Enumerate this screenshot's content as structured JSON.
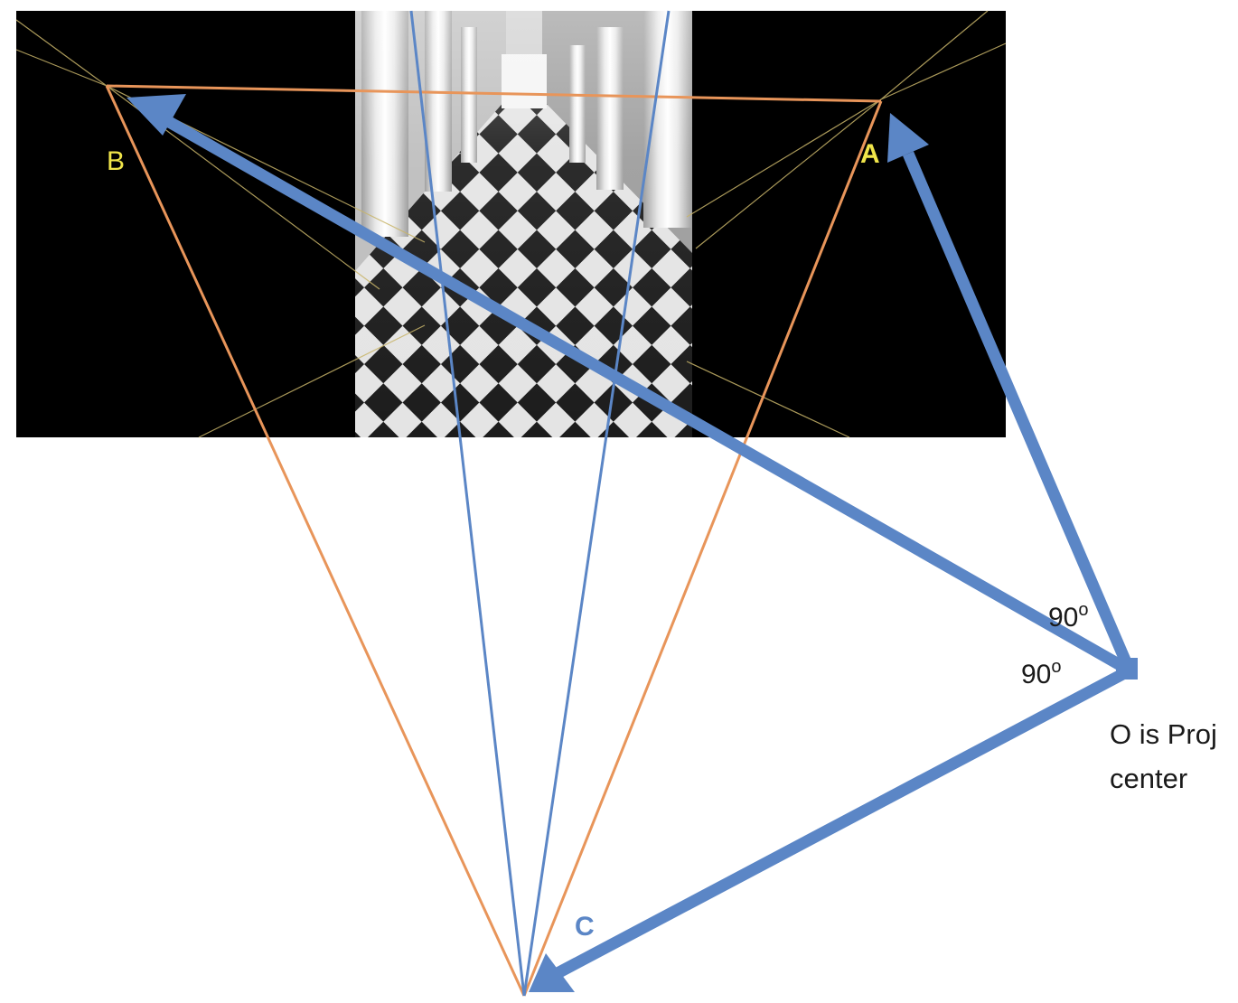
{
  "labels": {
    "point_a": "A",
    "point_b": "B",
    "point_c": "C",
    "angle_1": "90",
    "angle_1_degree": "o",
    "angle_2": "90",
    "angle_2_degree": "o",
    "projection_center_line1": "O is Proj",
    "projection_center_line2": "center"
  },
  "colors": {
    "background": "#ffffff",
    "photo_background": "#000000",
    "orange_lines": "#e8955a",
    "blue_arrows": "#5b86c6",
    "point_labels_yellow": "#f0e54a",
    "point_c_label": "#5b86c6",
    "vanishing_guides": "#c9b56a",
    "text_dark": "#1a1a1a"
  },
  "photo": {
    "subject": "corridor-with-checkered-floor",
    "tone": "grayscale"
  }
}
